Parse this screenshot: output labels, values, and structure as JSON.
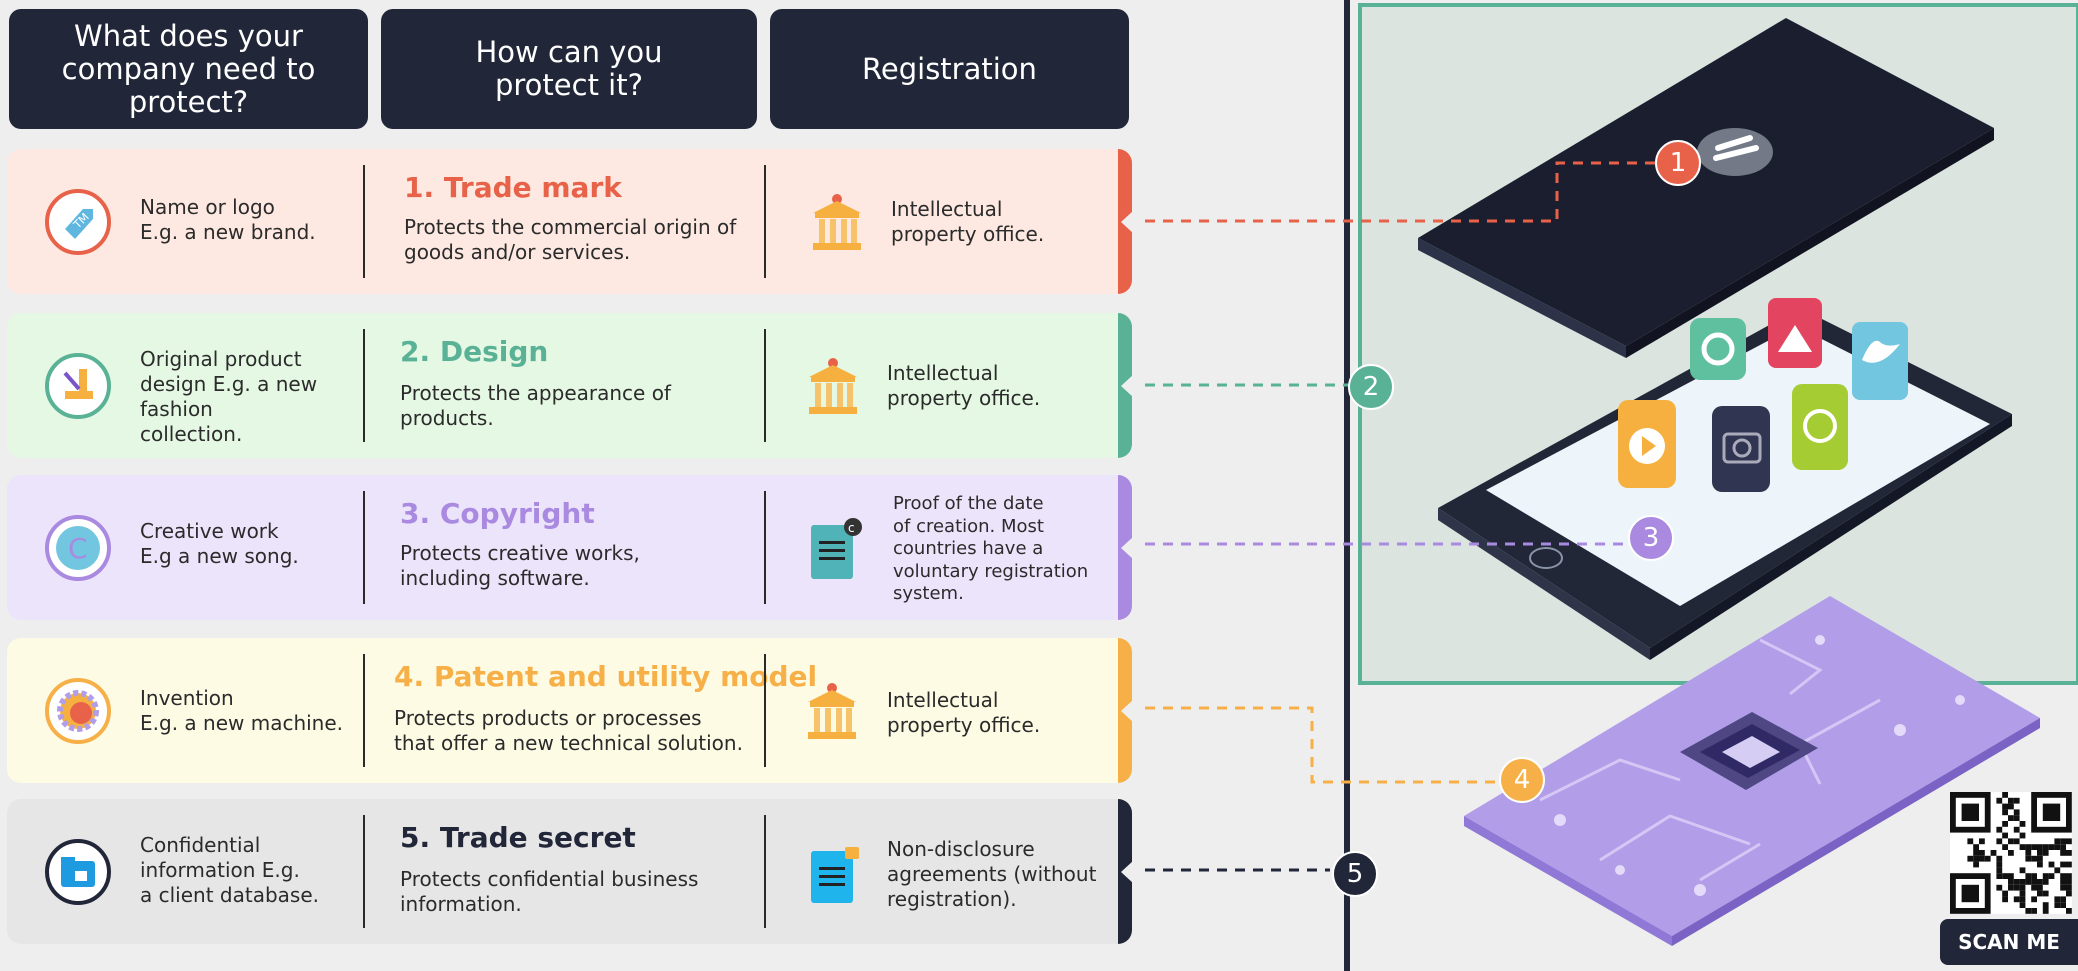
{
  "headers": {
    "what": "What does your company need to protect?",
    "how": "How can you protect it?",
    "registration": "Registration"
  },
  "rows": [
    {
      "what": "Name or logo\nE.g. a new brand.",
      "title": "1. Trade mark",
      "desc": "Protects the commercial origin of\ngoods and/or services.",
      "registration": "Intellectual\nproperty office.",
      "number": "1",
      "color": "#e8624a",
      "bg": "#fde9e1",
      "icon": "trademark-tag-icon",
      "reg_icon": "institution-building-icon"
    },
    {
      "what": "Original product\ndesign E.g. a new\nfashion\ncollection.",
      "title": "2. Design",
      "desc": "Protects the appearance of\nproducts.",
      "registration": "Intellectual\nproperty office.",
      "number": "2",
      "color": "#5ab296",
      "bg": "#e4f8e3",
      "icon": "ruler-pencil-icon",
      "reg_icon": "institution-building-icon"
    },
    {
      "what": "Creative work\nE.g a new song.",
      "title": "3. Copyright",
      "desc": "Protects creative works,\nincluding software.",
      "registration": "Proof of the date\nof creation. Most\ncountries have a\nvoluntary registration\nsystem.",
      "number": "3",
      "color": "#a98ae0",
      "bg": "#ece4fb",
      "icon": "copyright-icon",
      "reg_icon": "copyright-document-icon"
    },
    {
      "what": "Invention\nE.g. a new machine.",
      "title": "4. Patent and utility model",
      "desc": "Protects products or processes\nthat offer a new technical solution.",
      "registration": "Intellectual\nproperty office.",
      "number": "4",
      "color": "#f7b048",
      "bg": "#fdfbe4",
      "icon": "gear-invention-icon",
      "reg_icon": "institution-building-icon"
    },
    {
      "what": "Confidential\ninformation E.g.\na client database.",
      "title": "5. Trade secret",
      "desc": "Protects confidential business\ninformation.",
      "registration": "Non-disclosure\nagreements (without\nregistration).",
      "number": "5",
      "color": "#212638",
      "bg": "#e6e6e6",
      "icon": "locked-folder-icon",
      "reg_icon": "locked-document-icon"
    }
  ],
  "scan_label": "SCAN ME",
  "colors": {
    "dark": "#212638",
    "panel": "#dce4df",
    "panel_border": "#5ab296"
  }
}
